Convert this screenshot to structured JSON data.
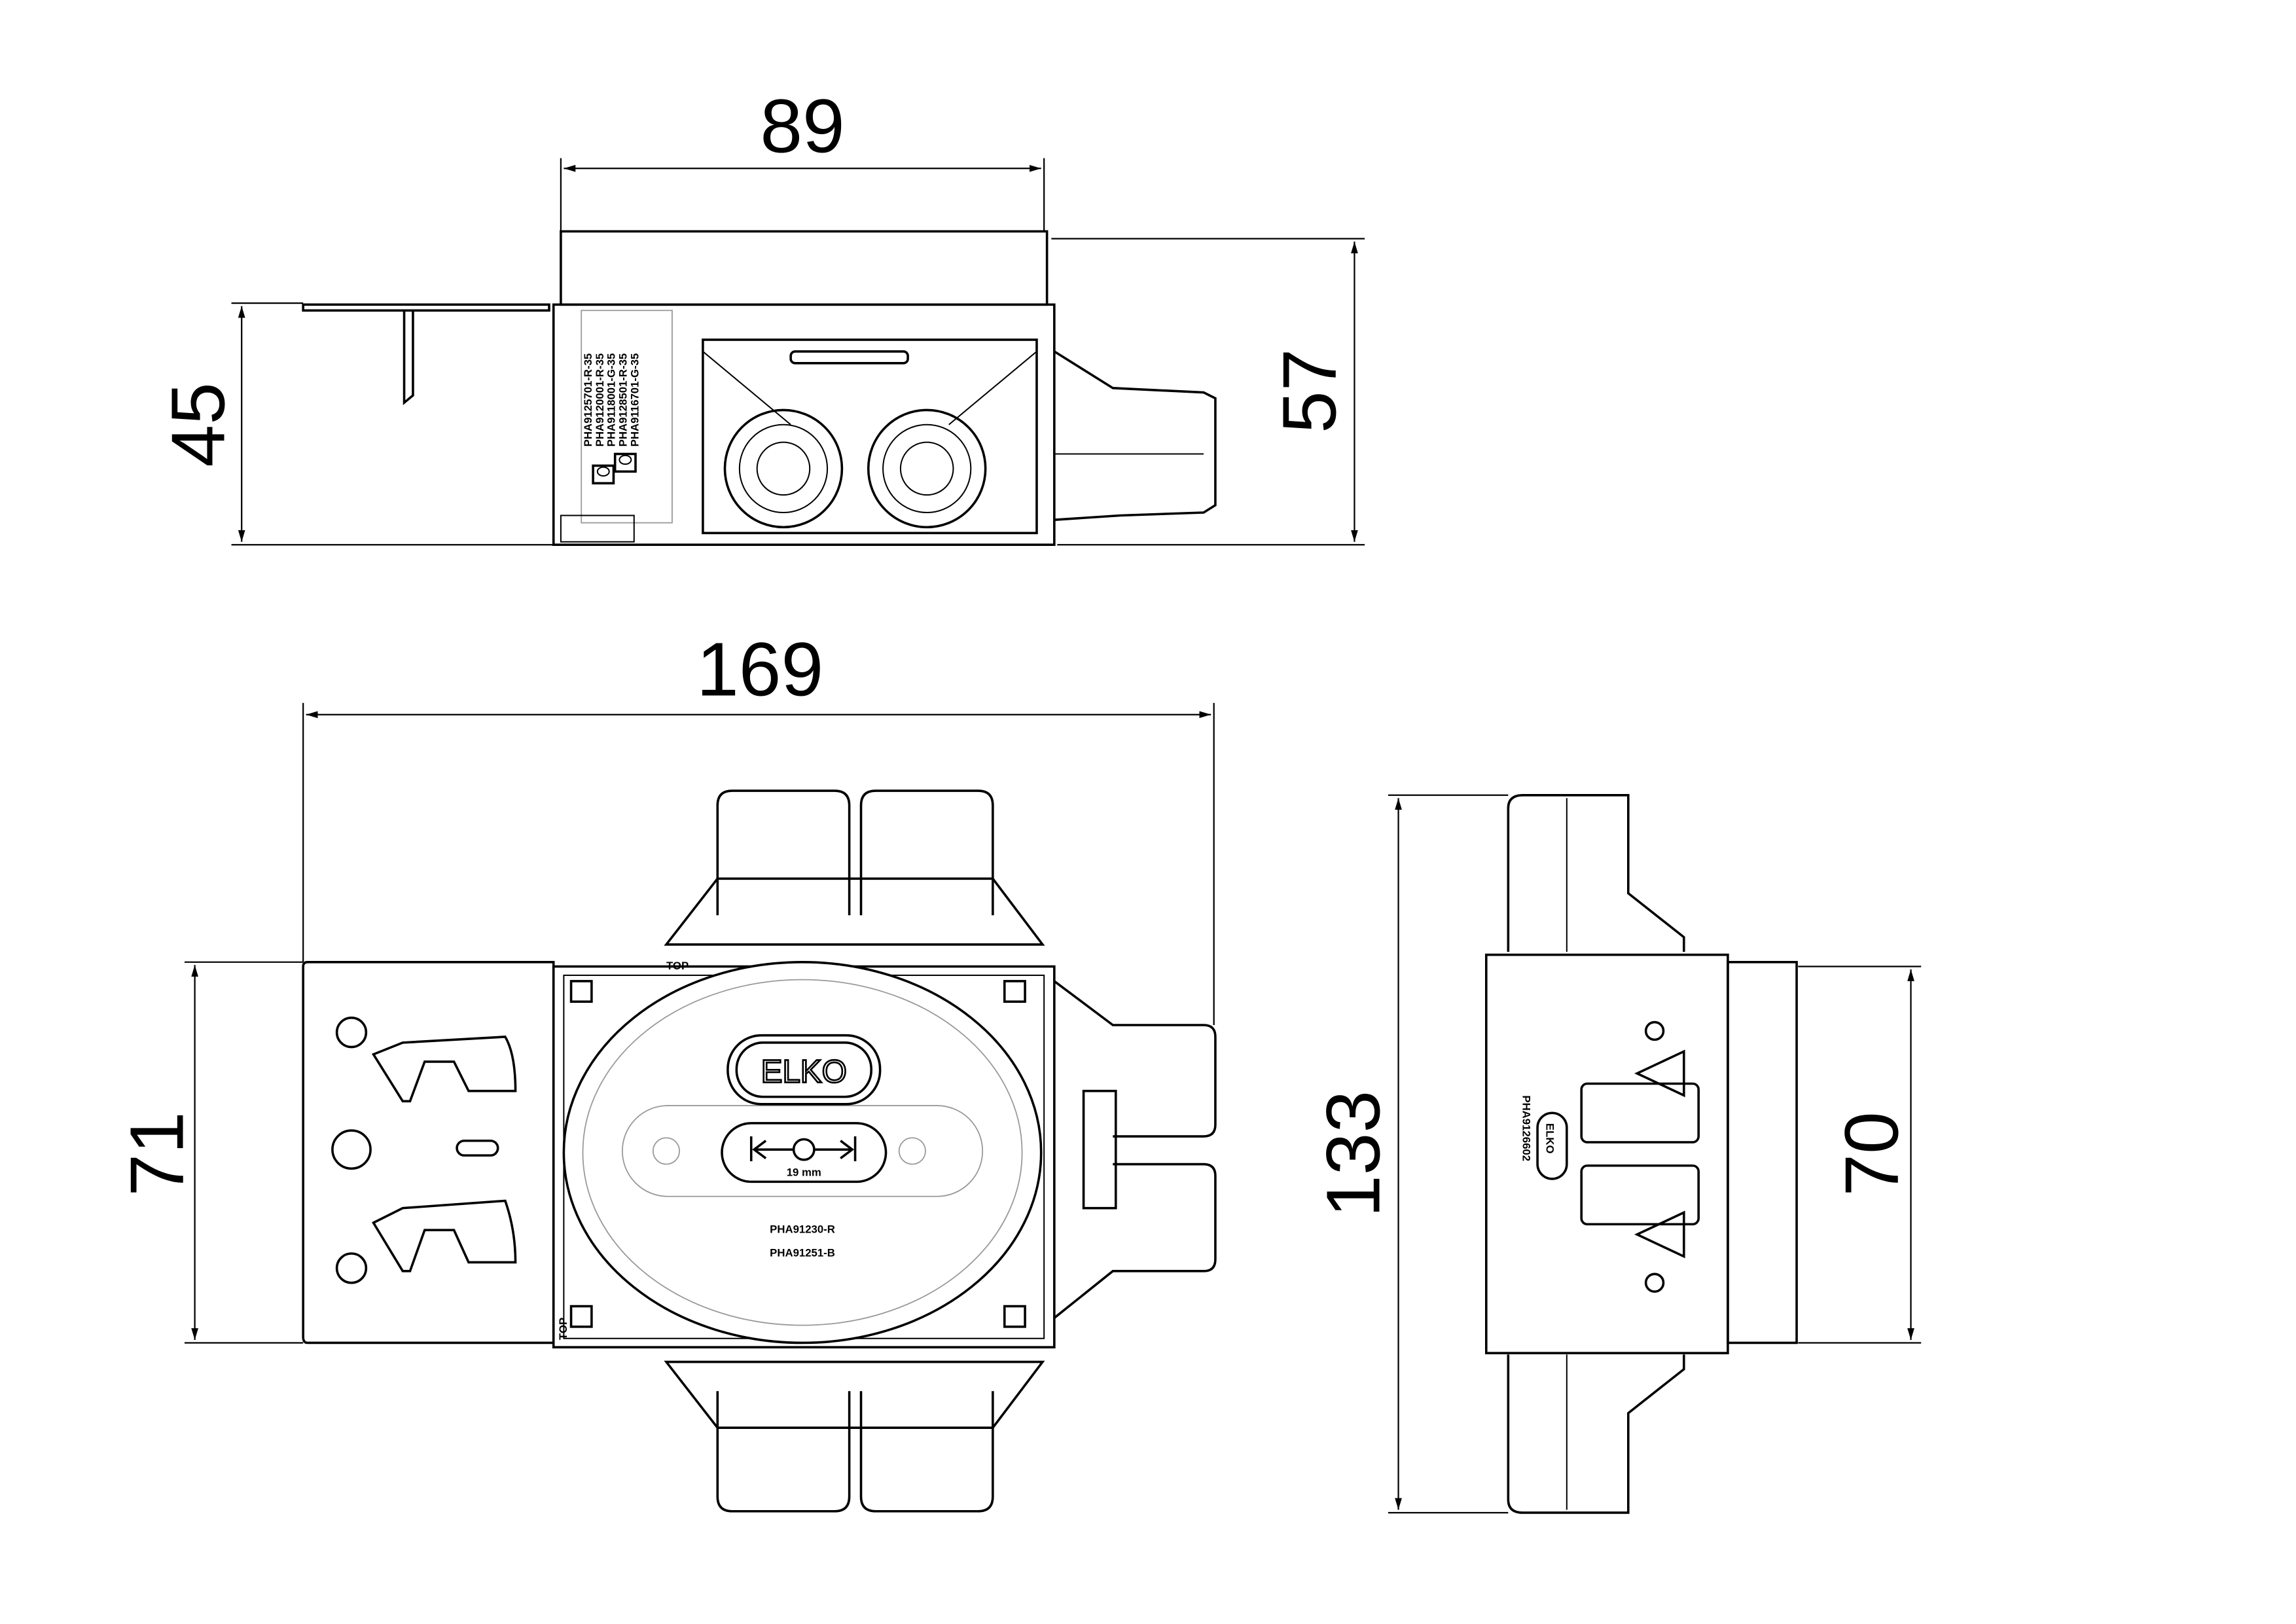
{
  "dimensions": {
    "top_width": "89",
    "top_height_total": "57",
    "top_height_bracket": "45",
    "front_width": "169",
    "front_height": "71",
    "side_height": "133",
    "side_depth": "70"
  },
  "labels": {
    "top_view_parts": [
      "PHA9125701-R-35",
      "PHA9120001-R-35",
      "PHA9118001-G-35",
      "PHA9128501-R-35",
      "PHA9116701-G-35"
    ],
    "brand": "ELKO",
    "hole_size": "19 mm",
    "front_part_1": "PHA91230-R",
    "front_part_2": "PHA91251-B",
    "side_part": "PHA9126602",
    "top_marker": "TOP"
  }
}
